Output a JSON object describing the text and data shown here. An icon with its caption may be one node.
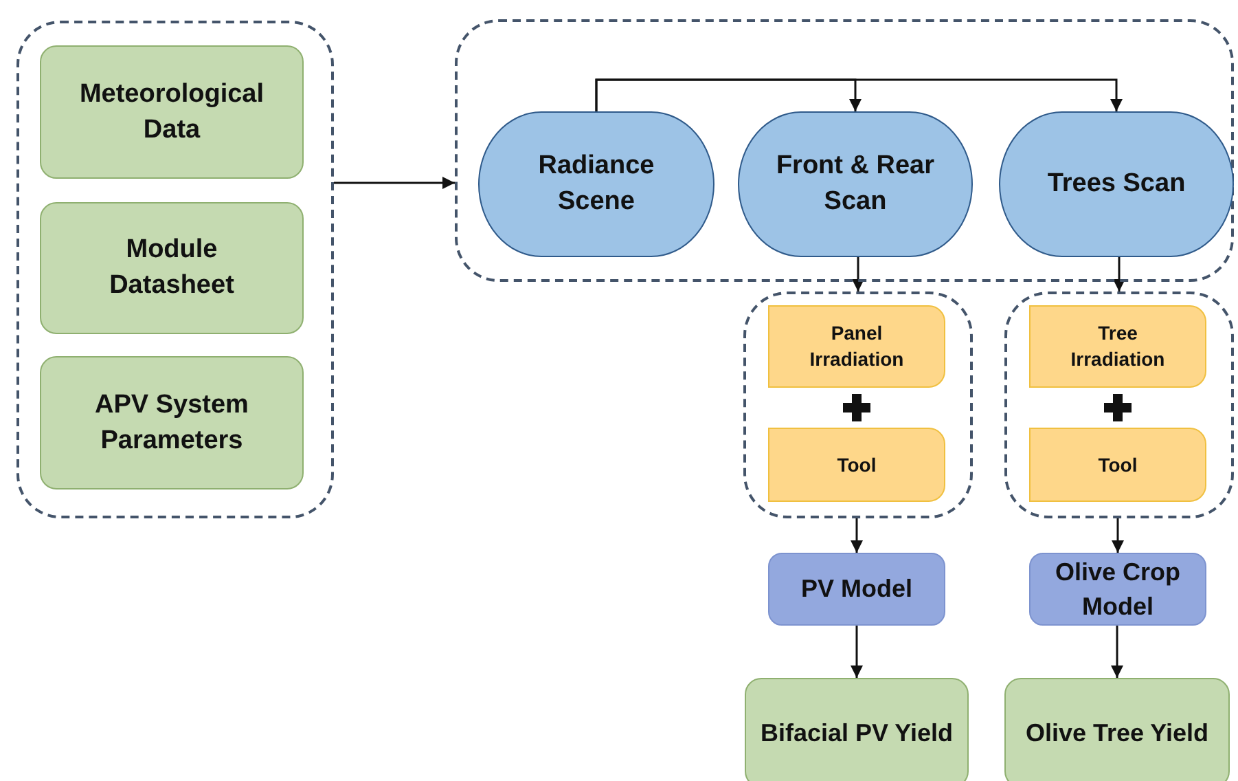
{
  "diagram": {
    "nodes": [
      {
        "text": [],
        "shape": "box"
      },
      {
        "text": [
          "Meteorological Data"
        ],
        "in": 0
      },
      {
        "text": [
          "Module Datasheet"
        ],
        "in": 0
      },
      {
        "text": [
          "APV System Parameters"
        ],
        "in": 0
      },
      {
        "text": [],
        "shape": "box"
      },
      {
        "text": [
          "Radiance Scene"
        ],
        "in": 4
      },
      {
        "text": [
          "Front & Rear Scan"
        ],
        "in": 4
      },
      {
        "text": [
          "Trees Scan"
        ],
        "in": 4
      },
      {
        "text": [],
        "shape": "box"
      },
      {
        "text": [
          "Panel Irradiation"
        ],
        "in": 8
      },
      {
        "text": [
          "Tool"
        ],
        "in": 8
      },
      {
        "text": [],
        "shape": "box"
      },
      {
        "text": [
          "Tree Irradiation"
        ],
        "in": 11
      },
      {
        "text": [
          "Tool"
        ],
        "in": 11
      },
      {
        "text": [
          "PV Model"
        ]
      },
      {
        "text": [
          "Olive Crop Model"
        ]
      },
      {
        "text": [
          "Bifacial PV Yield"
        ]
      },
      {
        "text": [
          "Olive Tree Yield"
        ]
      }
    ],
    "edges": [
      {
        "from": 0,
        "to": 4,
        "arrow": "to"
      },
      {
        "from": 5,
        "to": 6,
        "arrow": "to"
      },
      {
        "from": 5,
        "to": 7,
        "arrow": "to"
      },
      {
        "from": 6,
        "to": 8,
        "arrow": "to"
      },
      {
        "from": 7,
        "to": 11,
        "arrow": "to"
      },
      {
        "from": 8,
        "to": 14,
        "arrow": "to"
      },
      {
        "from": 11,
        "to": 15,
        "arrow": "to"
      },
      {
        "from": 14,
        "to": 16,
        "arrow": "to"
      },
      {
        "from": 15,
        "to": 17,
        "arrow": "to"
      }
    ]
  }
}
